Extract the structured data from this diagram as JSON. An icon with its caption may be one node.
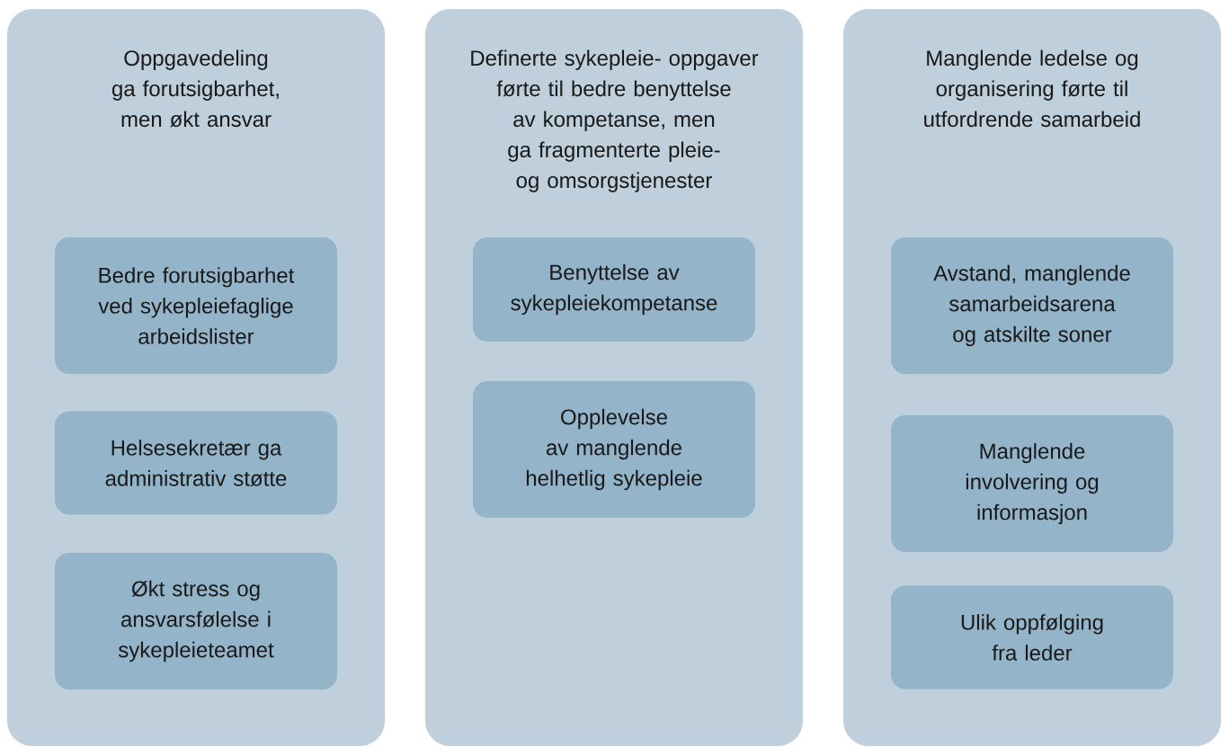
{
  "diagram": {
    "nodes": [
      {
        "text": [
          "Oppgavedeling ga forutsigbarhet, men økt ansvar"
        ]
      },
      {
        "text": [
          "Bedre forutsigbarhet ved sykepleiefaglige arbeidslister"
        ],
        "in": 0
      },
      {
        "text": [
          "Helsesekretær ga administrativ støtte"
        ],
        "in": 0
      },
      {
        "text": [
          "Økt stress og ansvarsfølelse i sykepleieteamet"
        ],
        "in": 0
      },
      {
        "text": [
          "Definerte sykepleie- oppgaver førte til bedre benyttelse av kompetanse, men ga fragmenterte pleie- og omsorgstjenester"
        ]
      },
      {
        "text": [
          "Benyttelse av sykepleiekompetanse"
        ],
        "in": 4
      },
      {
        "text": [
          "Opplevelse av manglende helhetlig sykepleie"
        ],
        "in": 4
      },
      {
        "text": [
          "Manglende ledelse og organisering førte til utfordrende samarbeid"
        ]
      },
      {
        "text": [
          "Avstand, manglende samarbeidsarena og atskilte soner"
        ],
        "in": 7
      },
      {
        "text": [
          "Manglende involvering og informasjon"
        ],
        "in": 7
      },
      {
        "text": [
          "Ulik oppfølging fra leder"
        ],
        "in": 7
      }
    ]
  }
}
